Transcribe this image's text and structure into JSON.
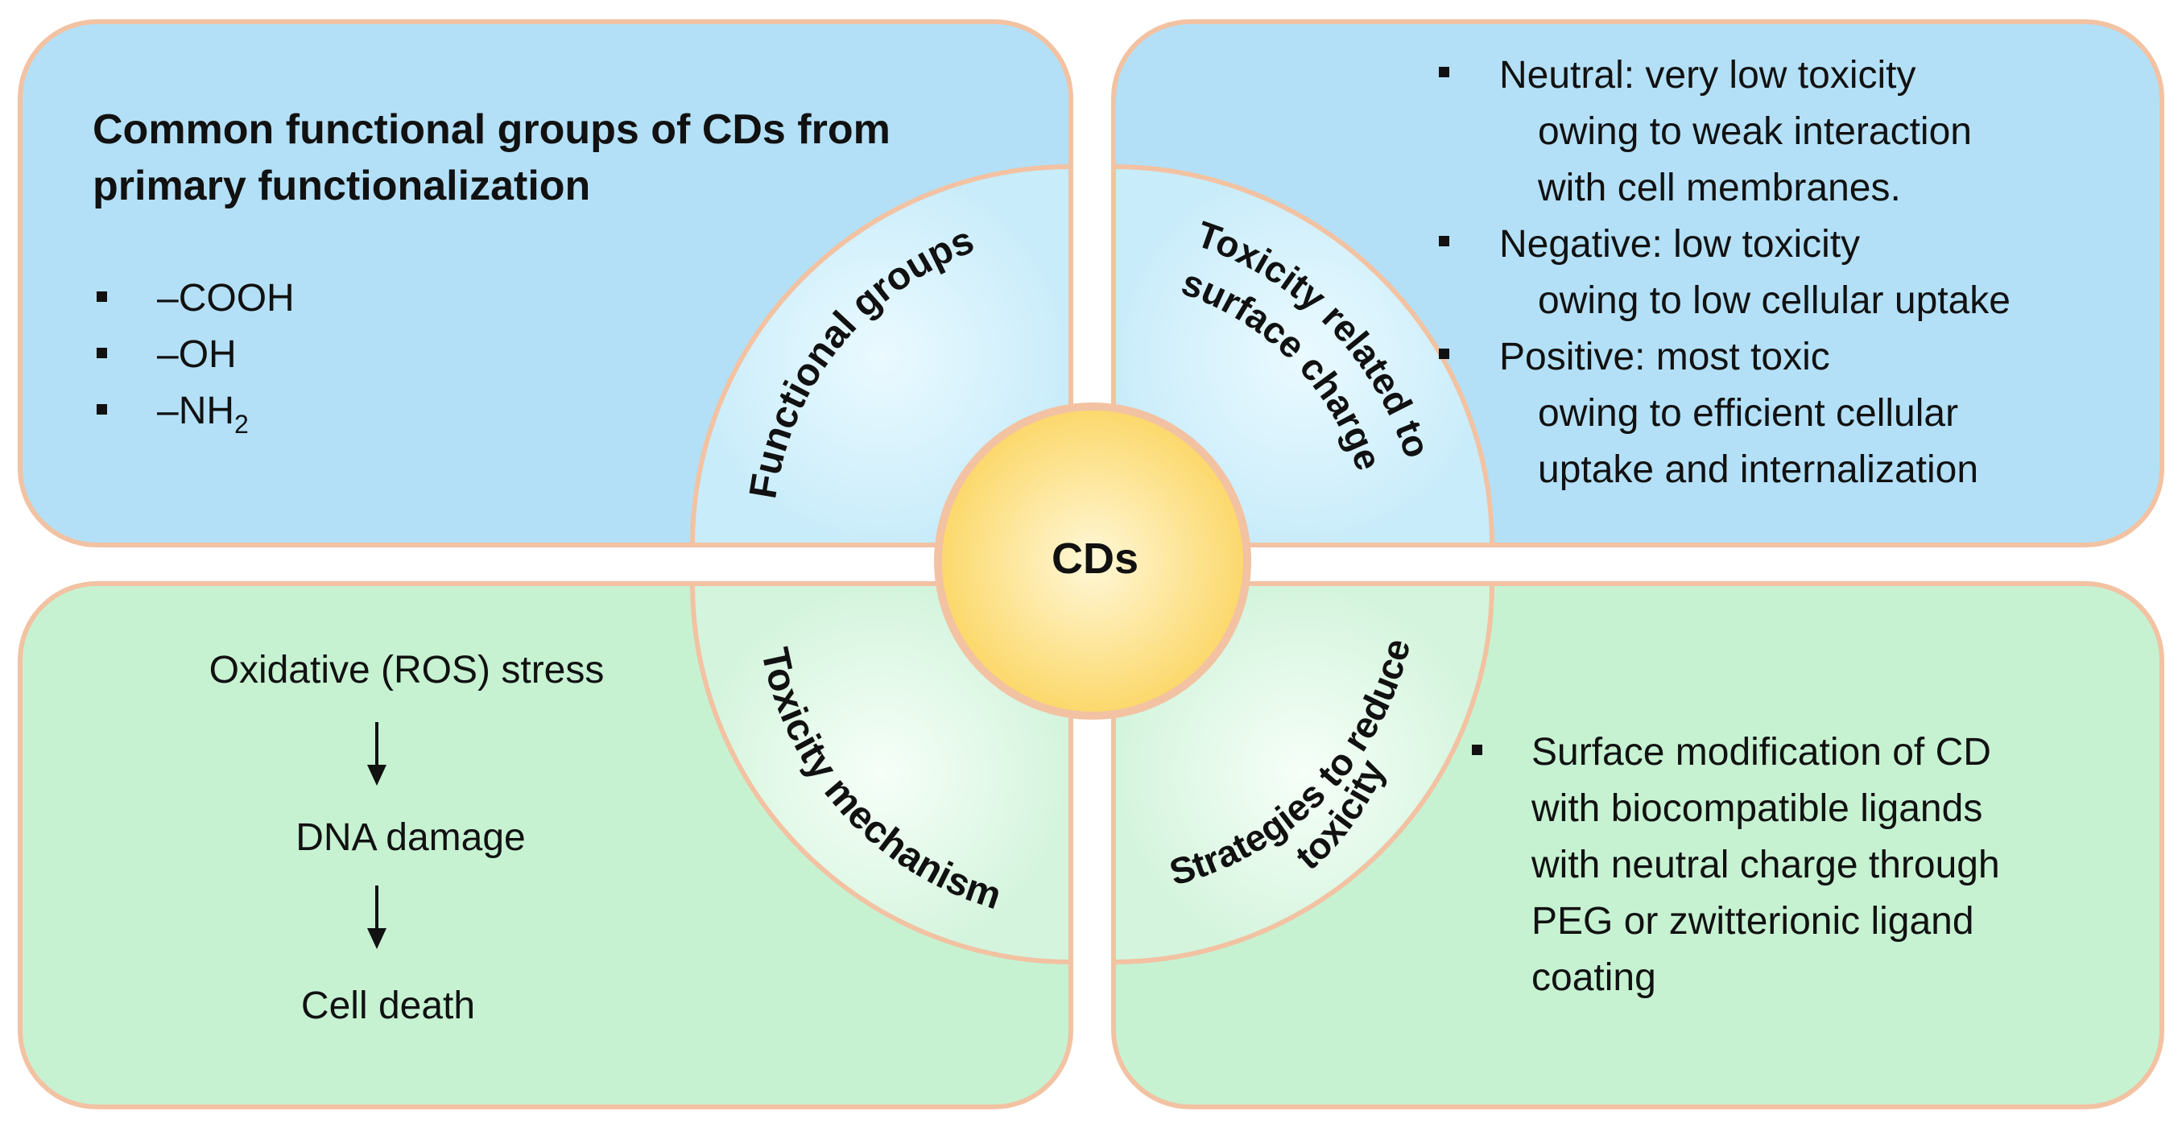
{
  "center": {
    "label": "CDs"
  },
  "quadrants": {
    "top_left": {
      "title_lines": [
        "Common functional groups of CDs from",
        "primary functionalization"
      ],
      "items": [
        "–COOH",
        "–OH",
        "–NH"
      ],
      "nh2_subscript": "2",
      "arc_label": "Functional groups"
    },
    "top_right": {
      "arc_label_lines": [
        "Toxicity related to",
        "surface charge"
      ],
      "bullets": [
        {
          "lines": [
            "Neutral: very low toxicity",
            "owing to weak interaction",
            "with cell membranes."
          ]
        },
        {
          "lines": [
            "Negative: low toxicity",
            "owing to low cellular uptake"
          ]
        },
        {
          "lines": [
            "Positive: most toxic",
            "owing to efficient cellular",
            "uptake and internalization"
          ]
        }
      ]
    },
    "bottom_left": {
      "arc_label": "Toxicity mechanism",
      "flow": [
        "Oxidative (ROS) stress",
        "DNA damage",
        "Cell death"
      ]
    },
    "bottom_right": {
      "arc_label_lines": [
        "Strategies to reduce",
        "toxicity"
      ],
      "bullet_lines": [
        "Surface modification of CD",
        "with biocompatible ligands",
        "with neutral charge through",
        "PEG or zwitterionic ligand",
        "coating"
      ]
    }
  },
  "colors": {
    "top_fill": "#b3e0f7",
    "bottom_fill": "#c6f2d2",
    "border": "#f2c2a2",
    "top_ring_fill": "#d2f0fb",
    "bottom_ring_fill": "#e2f8e8",
    "center_fill": "#fde07a",
    "text": "#111111"
  }
}
